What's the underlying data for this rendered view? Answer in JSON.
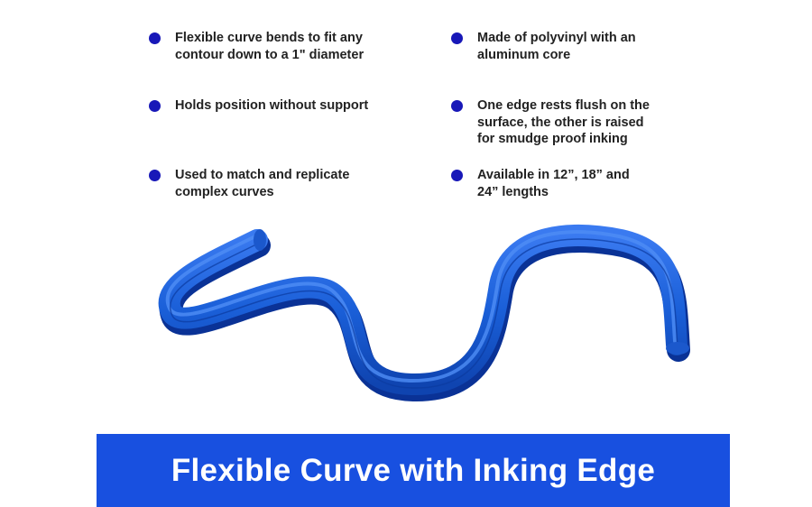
{
  "features": [
    {
      "text": "Flexible curve bends to fit any\ncontour down to a 1\" diameter"
    },
    {
      "text": "Holds position without support"
    },
    {
      "text": "Used to match and replicate\ncomplex curves"
    },
    {
      "text": "Made of polyvinyl with an\naluminum core"
    },
    {
      "text": "One edge rests flush on the\nsurface, the other is raised\nfor smudge proof inking"
    },
    {
      "text": "Available in 12”, 18” and\n24” lengths"
    }
  ],
  "colors": {
    "bullet": "#1818b8",
    "curve_main": "#1a5fd8",
    "curve_edge": "#0d3ea8",
    "banner": "#1850e0"
  },
  "banner": {
    "title": "Flexible Curve with Inking Edge"
  }
}
